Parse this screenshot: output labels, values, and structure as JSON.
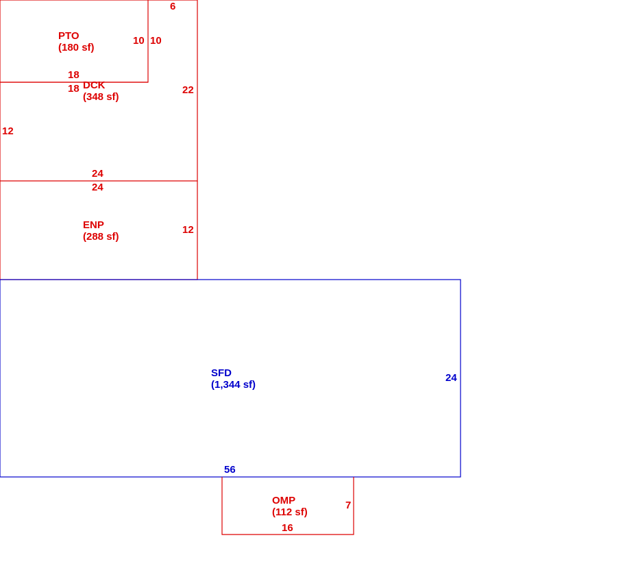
{
  "colors": {
    "accessory": "#dd0000",
    "main": "#0000cc",
    "background": "#ffffff"
  },
  "areas": [
    {
      "code": "PTO",
      "area": "(180 sf)",
      "kind": "accessory",
      "dims": [
        "10",
        "18"
      ]
    },
    {
      "code": "DCK",
      "area": "(348 sf)",
      "kind": "accessory",
      "dims": [
        "6",
        "10",
        "22",
        "18",
        "12",
        "24"
      ]
    },
    {
      "code": "ENP",
      "area": "(288 sf)",
      "kind": "accessory",
      "dims": [
        "24",
        "12"
      ]
    },
    {
      "code": "SFD",
      "area": "(1,344 sf)",
      "kind": "main",
      "dims": [
        "24",
        "56"
      ]
    },
    {
      "code": "OMP",
      "area": "(112 sf)",
      "kind": "accessory",
      "dims": [
        "7",
        "16"
      ]
    }
  ]
}
